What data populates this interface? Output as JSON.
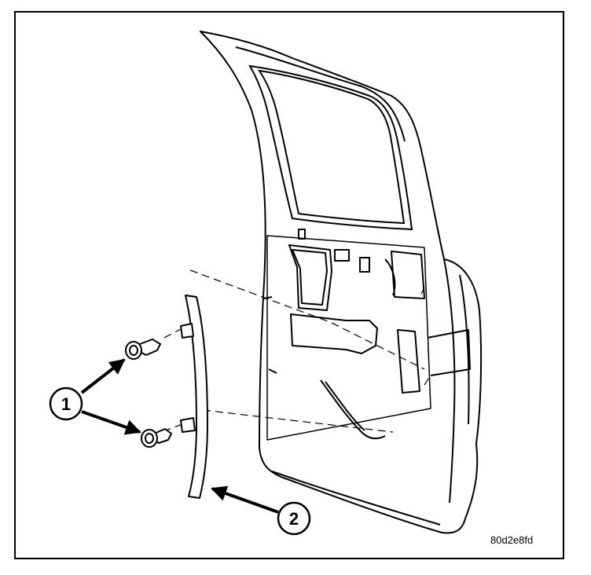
{
  "callouts": [
    {
      "id": "1"
    },
    {
      "id": "2"
    }
  ],
  "figure_code": "80d2e8fd"
}
